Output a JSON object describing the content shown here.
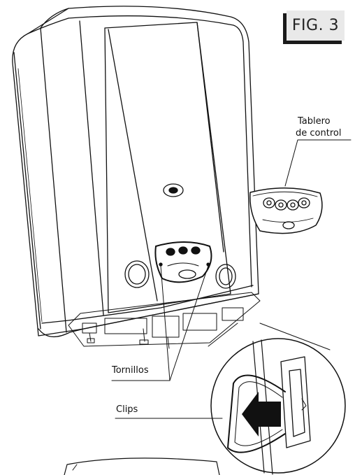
{
  "figure": {
    "badge": "FIG. 3",
    "labels": {
      "panel_line1": "Tablero",
      "panel_line2": "de control",
      "screws": "Tornillos",
      "clips": "Clips"
    },
    "colors": {
      "line": "#111111",
      "badge_bg": "#e9e9e9",
      "badge_shadow": "#1a1a1a"
    }
  }
}
